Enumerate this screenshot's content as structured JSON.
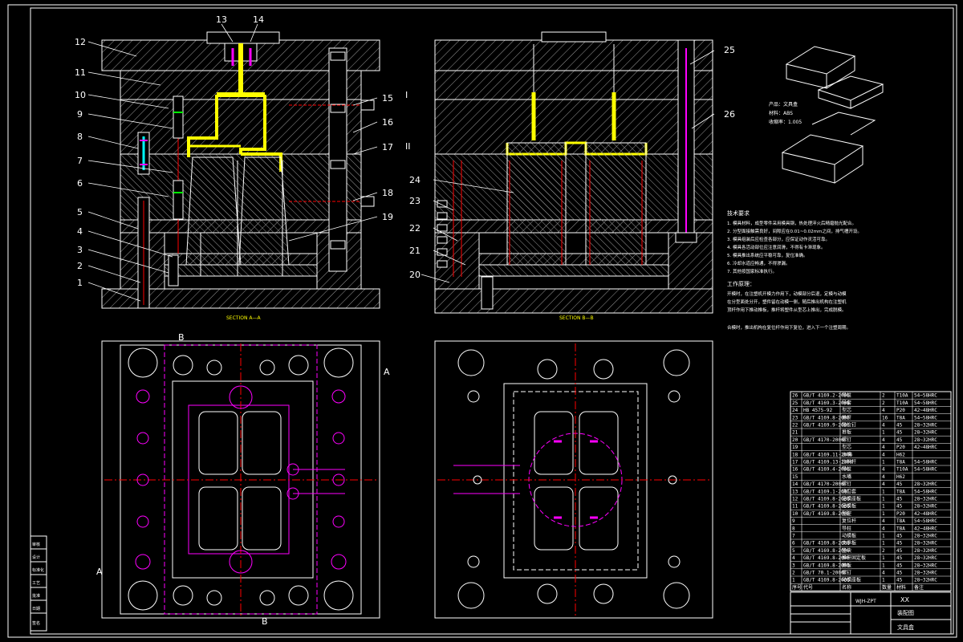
{
  "part_labels": [
    "1",
    "2",
    "3",
    "4",
    "5",
    "6",
    "7",
    "8",
    "9",
    "10",
    "11",
    "12",
    "13",
    "14",
    "15",
    "16",
    "17",
    "18",
    "19",
    "20",
    "21",
    "22",
    "23",
    "24",
    "25",
    "26"
  ],
  "section_titles": {
    "a": "SECTION A—A",
    "b": "SECTION B—B"
  },
  "view_markers": {
    "b_top": "B",
    "b_bottom": "B",
    "a_right": "A",
    "a_left": "A",
    "i": "I",
    "ii": "II"
  },
  "product_info": {
    "line1": "产品：文具盒",
    "line2": "材料：ABS",
    "line3": "收缩率：1.005"
  },
  "tech_req": {
    "title": "技术要求",
    "lines": [
      "1. 模具材料，成型零件采用模具钢，热处理淬火后精磨抛光配合。",
      "2. 分型面接触需良好，间隙应在0.01~0.02mm之间，排气槽开设。",
      "3. 模具组装后应检查各部分，应保证动作灵活可靠。",
      "4. 模具各活动部位应注意润滑，不得有卡滞现象。",
      "5. 模具推出系统应平稳可靠，复位准确。",
      "6. 冷却水道应畅通，不得渗漏。",
      "7. 其他按国家标准执行。"
    ]
  },
  "work_principle": {
    "title": "工作原理：",
    "lines": [
      "开模时，在注塑机开模力作用下，动模部分后退，定模与动模",
      "在分型面处分开，塑件留在动模一侧，随后推出机构在注塑机",
      "顶杆作用下推动推板，推杆将塑件从型芯上推出，完成脱模。",
      "合模时，推出机构在复位杆作用下复位，进入下一个注塑周期。"
    ]
  },
  "bom_rows": [
    [
      "26",
      "GB/T 4169.2-2006",
      "导柱",
      "2",
      "T10A",
      "54~58HRC"
    ],
    [
      "25",
      "GB/T 4169.3-2006",
      "导套",
      "2",
      "T10A",
      "54~58HRC"
    ],
    [
      "24",
      "HB 4575-92",
      "型芯",
      "4",
      "P20",
      "42~48HRC"
    ],
    [
      "23",
      "GB/T 4169.8-2006",
      "推杆",
      "16",
      "T8A",
      "54~58HRC"
    ],
    [
      "22",
      "GB/T 4169.9-2006",
      "限位钉",
      "4",
      "45",
      "28~32HRC"
    ],
    [
      "21",
      "",
      "推板",
      "1",
      "45",
      "28~32HRC"
    ],
    [
      "20",
      "GB/T 4170-2006",
      "螺钉",
      "4",
      "45",
      "28~32HRC"
    ],
    [
      "19",
      "",
      "型芯",
      "4",
      "P20",
      "42~48HRC"
    ],
    [
      "18",
      "GB/T 4169.11-2006",
      "水嘴",
      "4",
      "H62",
      ""
    ],
    [
      "17",
      "GB/T 4169.13-2006",
      "拉料杆",
      "1",
      "T8A",
      "54~58HRC"
    ],
    [
      "16",
      "GB/T 4169.4-2006",
      "导柱",
      "4",
      "T10A",
      "54~58HRC"
    ],
    [
      "15",
      "",
      "水嘴",
      "4",
      "H62",
      ""
    ],
    [
      "14",
      "GB/T 4170-2006",
      "螺钉",
      "4",
      "45",
      "28~32HRC"
    ],
    [
      "13",
      "GB/T 4169.1-2006",
      "浇口套",
      "1",
      "T8A",
      "54~58HRC"
    ],
    [
      "12",
      "GB/T 4169.8-2006",
      "定模座板",
      "1",
      "45",
      "28~32HRC"
    ],
    [
      "11",
      "GB/T 4169.8-2006",
      "定模板",
      "1",
      "45",
      "28~32HRC"
    ],
    [
      "10",
      "GB/T 4169.8-2006",
      "型腔",
      "1",
      "P20",
      "42~48HRC"
    ],
    [
      "9",
      "",
      "复位杆",
      "4",
      "T8A",
      "54~58HRC"
    ],
    [
      "8",
      "",
      "导柱",
      "4",
      "T8A",
      "42~48HRC"
    ],
    [
      "7",
      "",
      "动模板",
      "1",
      "45",
      "28~32HRC"
    ],
    [
      "6",
      "GB/T 4169.8-2006",
      "支承板",
      "1",
      "45",
      "28~32HRC"
    ],
    [
      "5",
      "GB/T 4169.8-2006",
      "垫块",
      "2",
      "45",
      "28~32HRC"
    ],
    [
      "4",
      "GB/T 4169.8-2006",
      "推杆固定板",
      "1",
      "45",
      "28~32HRC"
    ],
    [
      "3",
      "GB/T 4169.8-2006",
      "推板",
      "1",
      "45",
      "28~32HRC"
    ],
    [
      "2",
      "GB/T 70.1-2000",
      "螺钉",
      "4",
      "45",
      "28~32HRC"
    ],
    [
      "1",
      "GB/T 4169.8-2006",
      "动模座板",
      "1",
      "45",
      "28~32HRC"
    ]
  ],
  "bom_header": [
    "序号",
    "代号",
    "名称",
    "数量",
    "材料",
    "备注"
  ],
  "title_block": {
    "school": "XX",
    "drawing": "装配图",
    "product": "文具盒",
    "code": "WJH-ZPT"
  },
  "left_strip": [
    "审核",
    "设计",
    "标准化",
    "工艺",
    "批准",
    "日期",
    "签名"
  ],
  "colors": {
    "hatch": "#888888",
    "outline": "#ffffff",
    "yellow": "#ffff00",
    "magenta": "#ff00ff",
    "red": "#ff0000",
    "cyan": "#00ffff"
  }
}
